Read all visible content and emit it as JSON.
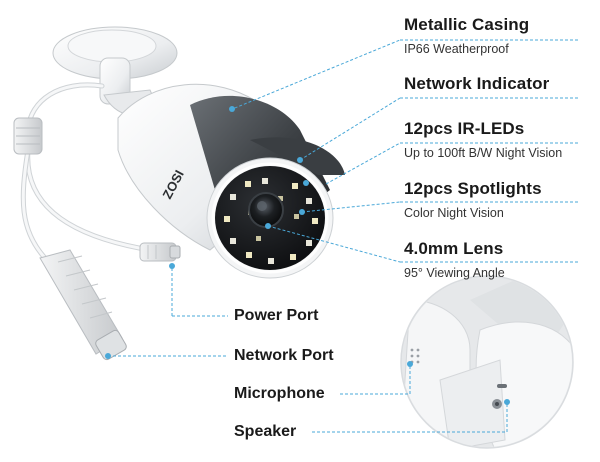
{
  "brand": "ZOSI",
  "accent_color": "#4aa8d8",
  "features": [
    {
      "title": "Metallic Casing",
      "subtitle": "IP66 Weatherproof"
    },
    {
      "title": "Network Indicator",
      "subtitle": ""
    },
    {
      "title": "12pcs IR-LEDs",
      "subtitle": "Up to 100ft B/W Night Vision"
    },
    {
      "title": "12pcs Spotlights",
      "subtitle": "Color Night Vision"
    },
    {
      "title": "4.0mm Lens",
      "subtitle": "95° Viewing Angle"
    }
  ],
  "ports": [
    {
      "title": "Power Port"
    },
    {
      "title": "Network Port"
    },
    {
      "title": "Microphone"
    },
    {
      "title": "Speaker"
    }
  ]
}
